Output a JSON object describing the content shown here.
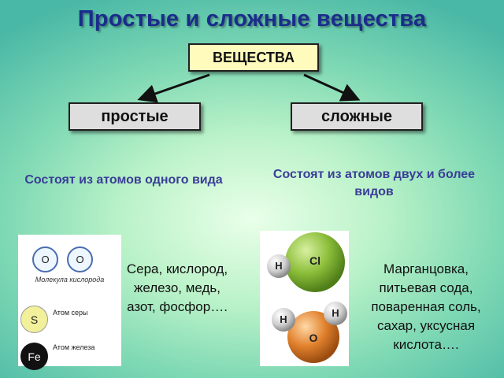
{
  "title": "Простые и сложные вещества",
  "root_label": "ВЕЩЕСТВА",
  "simple": {
    "label": "простые",
    "description": "Состоят из атомов одного вида",
    "examples": "Сера, кислород, железо, медь, азот, фосфор….",
    "figure": {
      "oxygen_atom": "O",
      "molecule_caption": "Молекула кислорода",
      "sulfur_atom": "S",
      "sulfur_caption": "Атом серы",
      "iron_atom": "Fe",
      "iron_caption": "Атом железа"
    }
  },
  "complex": {
    "label": "сложные",
    "description": "Состоят из атомов двух и более видов",
    "examples": "Марганцовка, питьевая сода, поваренная соль, сахар, уксусная кислота….",
    "figure": {
      "hcl_h": "H",
      "hcl_cl": "Cl",
      "water_h1": "H",
      "water_h2": "H",
      "water_o": "O"
    }
  },
  "colors": {
    "title": "#1b2c8c",
    "description": "#3a3d98",
    "root_box": "#fffbbd",
    "branch_box": "#dedede"
  }
}
